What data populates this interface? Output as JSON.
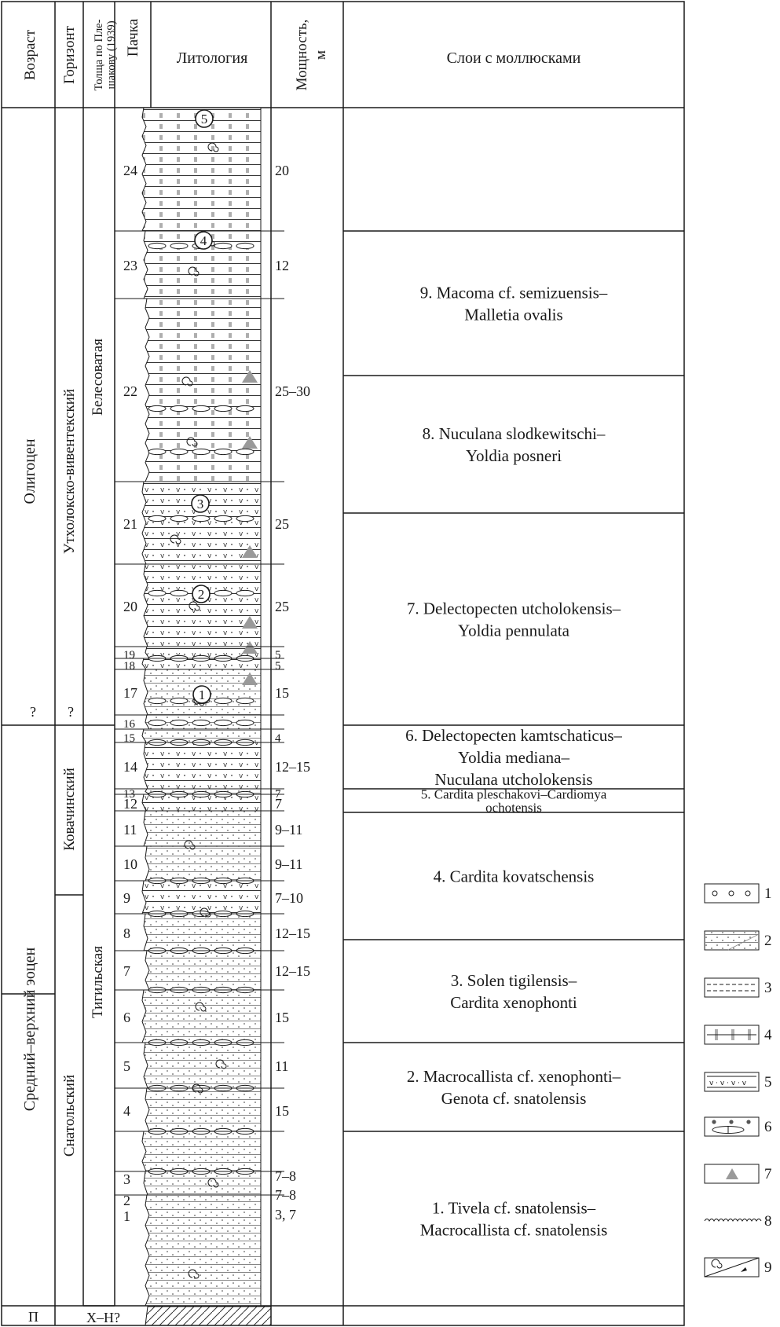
{
  "headers": {
    "age": "Возраст",
    "horizon": "Горизонт",
    "suite": "Толща по Плешакову (1939)",
    "member": "Пачка",
    "lithology": "Литология",
    "thickness": "Мощность, м",
    "mollusk_beds": "Слои с моллюсками"
  },
  "ages": {
    "oligocene": "Олигоцен",
    "eocene": "Средний–верхний эоцен",
    "p": "П",
    "q1": "?",
    "q2": "?"
  },
  "horizons": {
    "utkholok": "Утхолокско-вивентекский",
    "kovachinsky": "Ковачинский",
    "snatolsky": "Снатольский",
    "xh": "Х–Н"
  },
  "suites": {
    "belesovataya": "Белесоватая",
    "tigilskaya": "Тигильская"
  },
  "members": [
    {
      "n": "24",
      "thickness": "20"
    },
    {
      "n": "23",
      "thickness": "12"
    },
    {
      "n": "22",
      "thickness": "25–30"
    },
    {
      "n": "21",
      "thickness": "25"
    },
    {
      "n": "20",
      "thickness": "25"
    },
    {
      "n": "19",
      "thickness": "5"
    },
    {
      "n": "18",
      "thickness": "5"
    },
    {
      "n": "17",
      "thickness": "15"
    },
    {
      "n": "16",
      "thickness": ""
    },
    {
      "n": "15",
      "thickness": "4"
    },
    {
      "n": "14",
      "thickness": "12–15"
    },
    {
      "n": "13",
      "thickness": "7"
    },
    {
      "n": "12",
      "thickness": "7"
    },
    {
      "n": "11",
      "thickness": "9–11"
    },
    {
      "n": "10",
      "thickness": "9–11"
    },
    {
      "n": "9",
      "thickness": "7–10"
    },
    {
      "n": "8",
      "thickness": "12–15"
    },
    {
      "n": "7",
      "thickness": "12–15"
    },
    {
      "n": "6",
      "thickness": "15"
    },
    {
      "n": "5",
      "thickness": "11"
    },
    {
      "n": "4",
      "thickness": "15"
    },
    {
      "n": "3",
      "thickness": "7–8"
    },
    {
      "n": "2",
      "thickness": "7–8"
    },
    {
      "n": "1",
      "thickness": "3, 7"
    }
  ],
  "beds": [
    {
      "l1": "9. Macoma cf. semizuensis–",
      "l2": "Malletia ovalis",
      "l3": ""
    },
    {
      "l1": "8. Nuculana slodkewitschi–",
      "l2": "Yoldia posneri",
      "l3": ""
    },
    {
      "l1": "7. Delectopecten utcholokensis–",
      "l2": "Yoldia pennulata",
      "l3": ""
    },
    {
      "l1": "6. Delectopecten kamtschaticus–",
      "l2": "Yoldia mediana–",
      "l3": "Nuculana utcholokensis"
    },
    {
      "l1": "5. Cardita pleschakovi–Cardiomya",
      "l2": "ochotensis",
      "l3": ""
    },
    {
      "l1": "4. Cardita kovatschensis",
      "l2": "",
      "l3": ""
    },
    {
      "l1": "3. Solen tigilensis–",
      "l2": "Cardita xenophonti",
      "l3": ""
    },
    {
      "l1": "2. Macrocallista cf. xenophonti–",
      "l2": "Genota cf. snatolensis",
      "l3": ""
    },
    {
      "l1": "1. Tivela cf. snatolensis–",
      "l2": "Macrocallista cf. snatolensis",
      "l3": ""
    }
  ],
  "markers": [
    "5",
    "4",
    "3",
    "2",
    "1"
  ],
  "legend": [
    {
      "n": "1"
    },
    {
      "n": "2"
    },
    {
      "n": "3"
    },
    {
      "n": "4"
    },
    {
      "n": "5"
    },
    {
      "n": "6"
    },
    {
      "n": "7"
    },
    {
      "n": "8"
    },
    {
      "n": "9"
    }
  ],
  "colors": {
    "ink": "#1a1a1a",
    "triangle": "#9a9a9a",
    "hatch": "#333333"
  }
}
